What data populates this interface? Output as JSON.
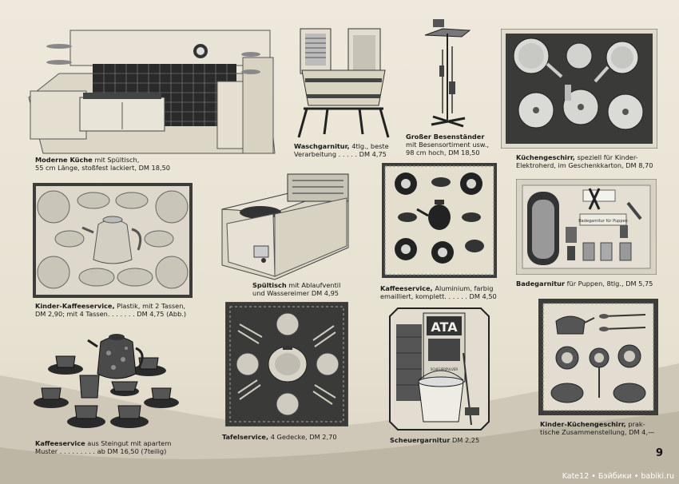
{
  "page_number": "9",
  "watermark": "Kate12 • Бэйбики • babiki.ru",
  "items": [
    {
      "name": "Moderne Küche",
      "text": "mit Spültisch,",
      "line2": "55 cm Länge, stoßfest lackiert, DM 18,50"
    },
    {
      "name": "Waschgarnitur,",
      "text": "4tlg., beste",
      "line2": "Verarbeitung . . . . . DM 4,75"
    },
    {
      "name": "Großer Besenständer",
      "text": "",
      "line2": "mit Besensortiment usw.,",
      "line3": "98 cm hoch, DM 18,50"
    },
    {
      "name": "Küchengeschirr,",
      "text": "speziell für Kinder-",
      "line2": "Elektroherd, im Geschenkkarton, DM 8,70"
    },
    {
      "name": "Kinder-Kaffeeservice,",
      "text": "Plastik, mit 2 Tassen,",
      "line2": "DM 2,90; mit 4 Tassen. . . . . . . DM 4,75 (Abb.)"
    },
    {
      "name": "Spültisch",
      "text": "mit Ablaufventil",
      "line2": "und Wassereimer DM 4,95"
    },
    {
      "name": "Kaffeeservice,",
      "text": "Aluminium, farbig",
      "line2": "emailliert, komplett. . . . . . DM 4,50"
    },
    {
      "name": "Badegarnitur",
      "text": "für Puppen, 8tlg., DM 5,75"
    },
    {
      "name": "Kaffeeservice",
      "text": "aus Steingut mit apartem",
      "line2": "Muster . . . . . . . . . ab DM 16,50 (7teilig)"
    },
    {
      "name": "Tafelservice,",
      "text": "4 Gedecke, DM 2,70"
    },
    {
      "name": "Scheuergarnitur",
      "text": "DM 2,25"
    },
    {
      "name": "Kinder-Küchengeschirr,",
      "text": "prak-",
      "line2": "tische Zusammenstellung, DM 4,—"
    }
  ],
  "ata": {
    "brand": "ATA",
    "sub": "SCHEUERPULVER"
  },
  "bath_label": "Badegarnitur für Puppen",
  "colors": {
    "paper": "#ebe6d9",
    "wave": "#c9c2b2",
    "ink": "#1a1a1a",
    "box": "#3a3a38"
  }
}
